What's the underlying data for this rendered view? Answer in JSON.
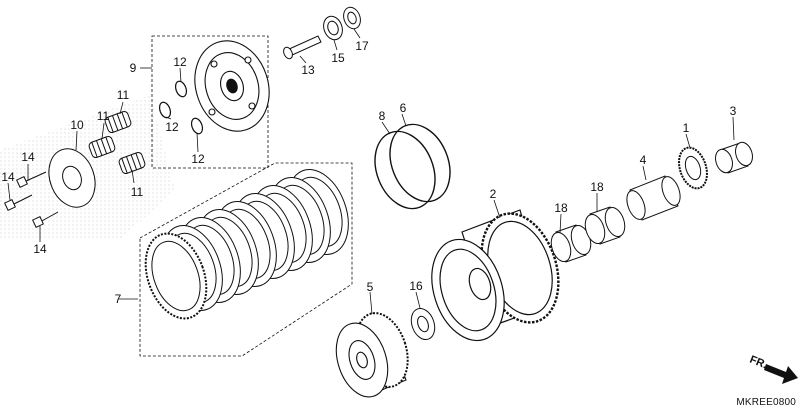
{
  "diagram": {
    "part_callouts": [
      "1",
      "2",
      "3",
      "4",
      "5",
      "6",
      "7",
      "8",
      "9",
      "10",
      "11",
      "11",
      "11",
      "12",
      "12",
      "12",
      "13",
      "14",
      "14",
      "14",
      "15",
      "16",
      "17",
      "18",
      "18"
    ],
    "direction_label": "FR.",
    "diagram_code": "MKREE0800"
  },
  "colors": {
    "line": "#111111",
    "hatch": "#bdbdbd",
    "background": "#ffffff"
  }
}
